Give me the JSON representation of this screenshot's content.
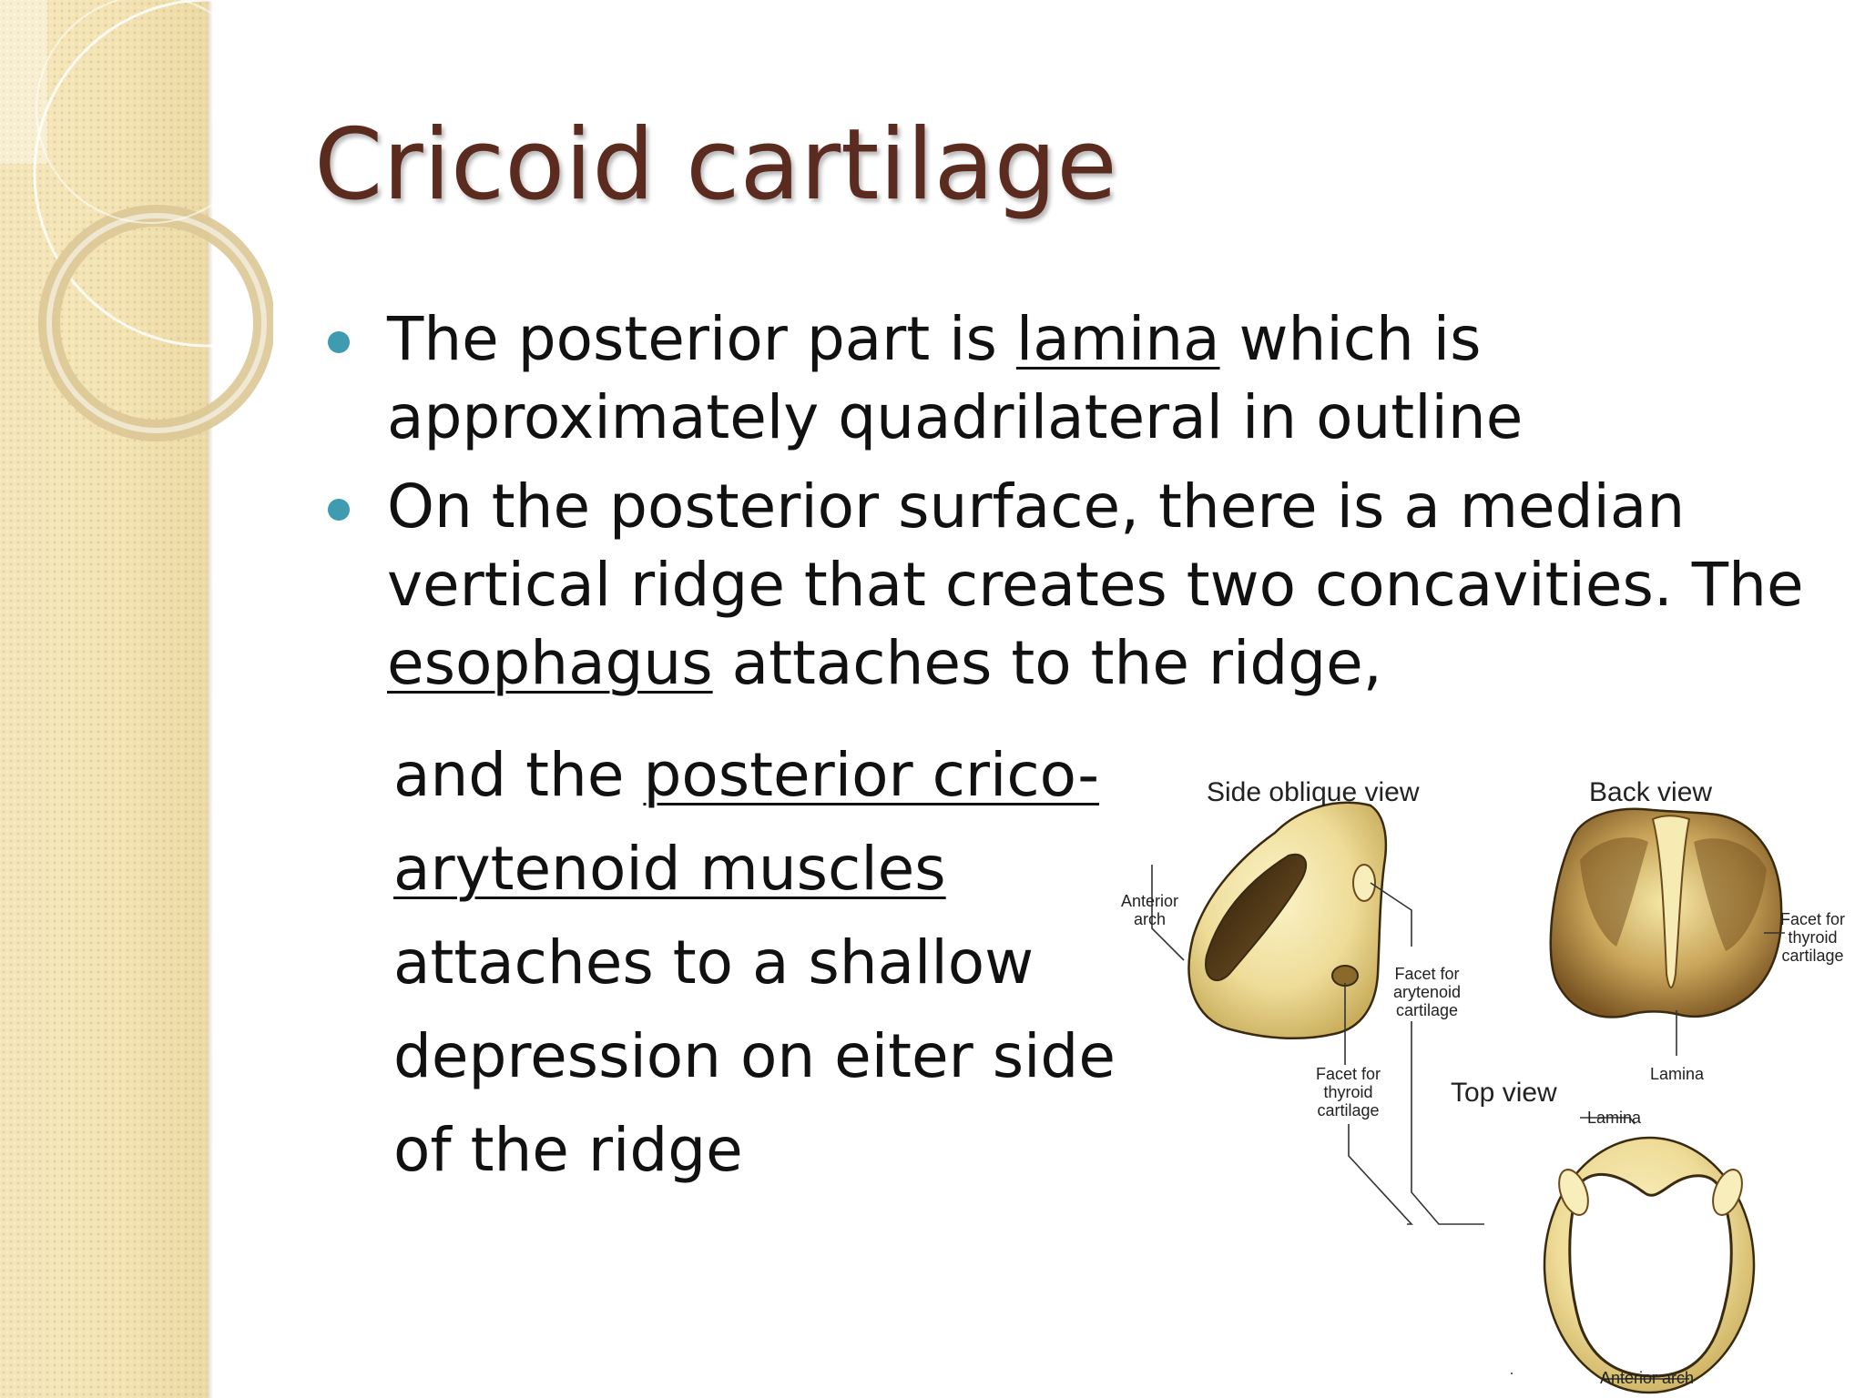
{
  "slide": {
    "title": "Cricoid cartilage",
    "bullets": [
      {
        "parts": [
          "The posterior part is ",
          "lamina",
          " which is approximately quadrilateral in outline"
        ]
      },
      {
        "parts": [
          "On the posterior surface, there is a median vertical ridge that creates two concavities. The ",
          "esophagus",
          " attaches to the ridge,"
        ]
      }
    ],
    "continuation": {
      "line1_prefix": "and the ",
      "line1_link": "posterior crico-",
      "line2_link": "arytenoid muscles",
      "line3": "attaches to a shallow",
      "line4": "depression on eiter side",
      "line5": "of the ridge"
    }
  },
  "diagram": {
    "views": {
      "side": "Side oblique view",
      "back": "Back view",
      "top": "Top view"
    },
    "labels": {
      "anterior_arch_side_1": "Anterior",
      "anterior_arch_side_2": "arch",
      "facet_arytenoid_1": "Facet for",
      "facet_arytenoid_2": "arytenoid",
      "facet_arytenoid_3": "cartilage",
      "facet_thyroid_side_1": "Facet for",
      "facet_thyroid_side_2": "thyroid",
      "facet_thyroid_side_3": "cartilage",
      "facet_thyroid_back_1": "Facet for",
      "facet_thyroid_back_2": "thyroid",
      "facet_thyroid_back_3": "cartilage",
      "lamina_back": "Lamina",
      "lamina_top": "Lamina",
      "anterior_arch_top": "Anterior arch"
    },
    "colors": {
      "cartilage_light": "#f2e6a8",
      "cartilage_mid": "#d9c277",
      "cartilage_dark": "#6b4a1c",
      "outline": "#3a2a10"
    }
  },
  "theme": {
    "title_color": "#5a2b1e",
    "bullet_color": "#3f9bb0",
    "band_color": "#f3e3b3"
  }
}
